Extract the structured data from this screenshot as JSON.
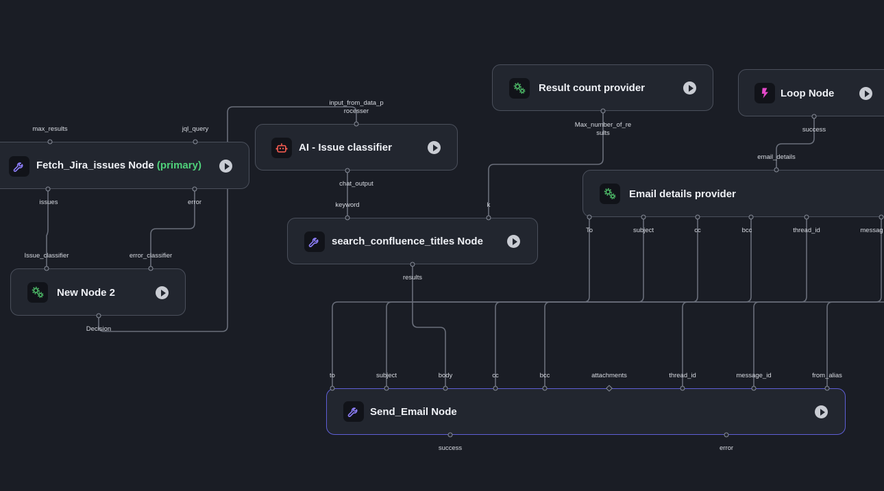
{
  "nodes": {
    "fetch_jira": {
      "title": "Fetch_Jira_issues Node",
      "tag": "(primary)",
      "icon": "wrench-icon"
    },
    "ai_classifier": {
      "title": "AI - Issue classifier",
      "icon": "robot-icon"
    },
    "result_count": {
      "title": "Result count provider",
      "icon": "gears-icon"
    },
    "loop": {
      "title": "Loop Node",
      "icon": "lightning-icon"
    },
    "email_details": {
      "title": "Email details provider",
      "icon": "gears-icon"
    },
    "search_confluence": {
      "title": "search_confluence_titles Node",
      "icon": "wrench-icon"
    },
    "new_node_2": {
      "title": "New Node 2",
      "icon": "gears-icon"
    },
    "send_email": {
      "title": "Send_Email Node",
      "icon": "wrench-icon"
    }
  },
  "ports": {
    "fetch_jira": {
      "max_results": "max_results",
      "jql_query": "jql_query",
      "issues": "issues",
      "error": "error"
    },
    "ai_classifier": {
      "input": "input_from_data_p\nrocesser",
      "chat_output": "chat_output"
    },
    "result_count": {
      "max": "Max_number_of_re\nsults"
    },
    "loop": {
      "success": "success"
    },
    "email_details": {
      "email_details": "email_details",
      "to": "To",
      "subject": "subject",
      "cc": "cc",
      "bcc": "bcc",
      "thread_id": "thread_id",
      "message": "messag"
    },
    "search_confluence": {
      "keyword": "keyword",
      "k": "k",
      "results": "results"
    },
    "new_node_2": {
      "issue_classifier": "Issue_classifier",
      "error_classifier": "error_classifier",
      "decision": "Decision"
    },
    "send_email": {
      "to": "to",
      "subject": "subject",
      "body": "body",
      "cc": "cc",
      "bcc": "bcc",
      "attachments": "attachments",
      "thread_id": "thread_id",
      "message_id": "message_id",
      "from_alias": "from_alias",
      "success": "success",
      "error": "error"
    }
  },
  "colors": {
    "background": "#1a1d25",
    "node": "#22262f",
    "border": "#4b505c",
    "selected_border": "#5f5fd8",
    "primary_tag": "#4fd07a",
    "wire": "#6a6f7b"
  }
}
